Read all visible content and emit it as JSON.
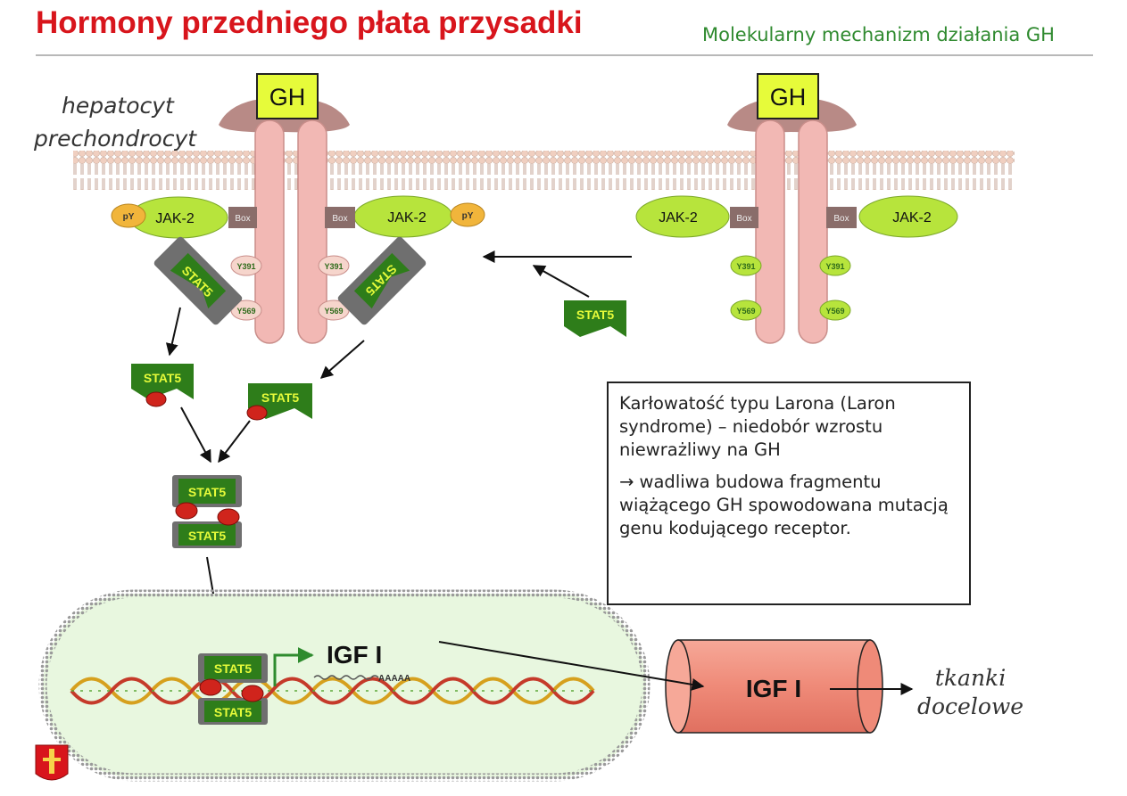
{
  "header": {
    "title": "Hormony przedniego płata przysadki",
    "subtitle": "Molekularny mechanizm działania GH"
  },
  "cell_types": [
    "hepatocyt",
    "prechondrocyt"
  ],
  "labels": {
    "hormone": "GH",
    "kinase": "JAK-2",
    "phospho": "pY",
    "box": "Box",
    "site1": "Y391",
    "site2": "Y569",
    "stat": "STAT5",
    "gene_product": "IGF I",
    "polyA": "AAAAA"
  },
  "target": {
    "line1": "tkanki",
    "line2": "docelowe"
  },
  "info": {
    "p1": "Karłowatość typu Larona (Laron syndrome) – niedobór wzrostu niewrażliwy na GH",
    "p2": "→ wadliwa budowa fragmentu wiążącego GH spowodowana mutacją genu kodującego receptor."
  },
  "colors": {
    "title": "#d8151c",
    "subtitle": "#2f8a2f",
    "receptor": "#f2b8b4",
    "receptor_cap": "#b88a86",
    "hormone_box": "#e6fb3a",
    "jak": "#b7e43c",
    "stat_gray": "#6f6f6f",
    "stat_green": "#2e7d1a",
    "phospho_red": "#d0241c",
    "nucleus": "#e8f7df",
    "vessel": "#ef8a78"
  },
  "icons": [
    "laboratory-logo-icon"
  ]
}
